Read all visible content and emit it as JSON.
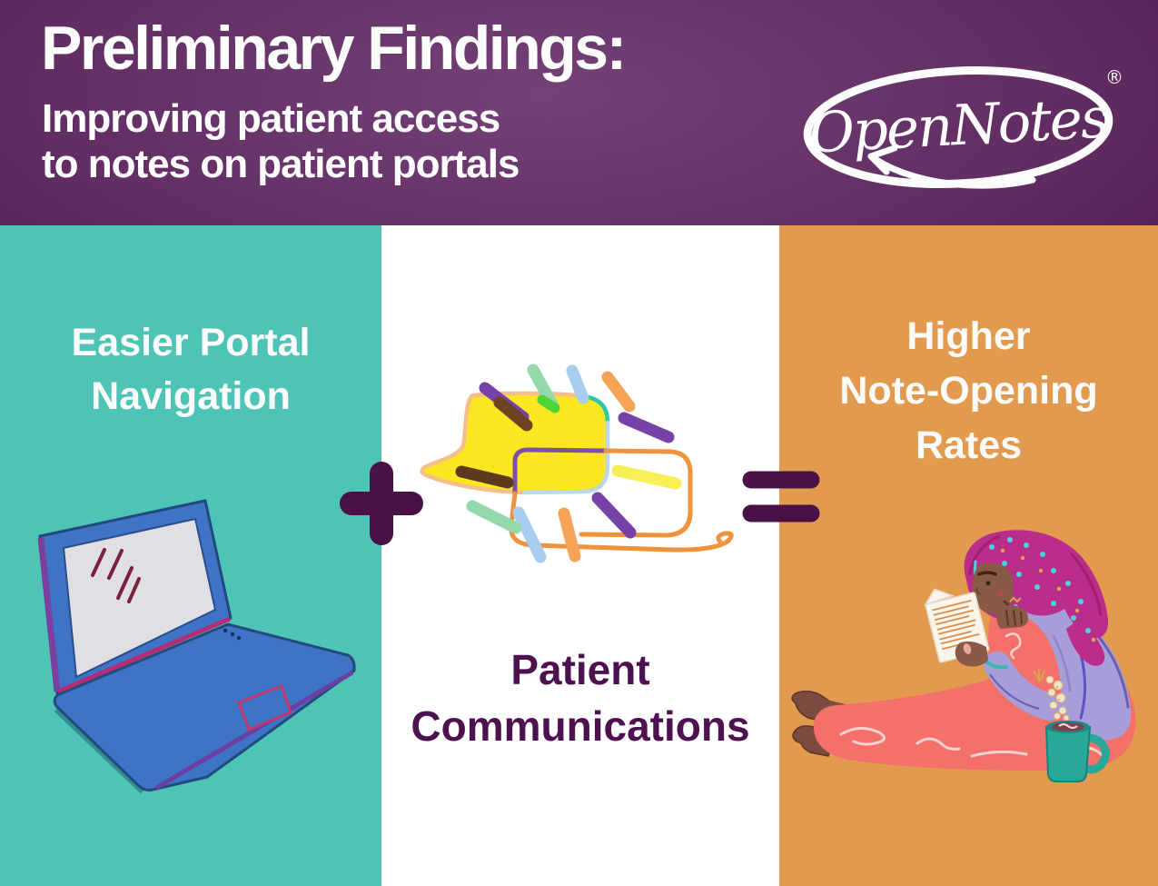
{
  "header": {
    "title": "Preliminary Findings:",
    "subtitle_lines": [
      "Improving patient access",
      "to notes on patient portals"
    ],
    "logo": {
      "text": "OpenNotes",
      "registered_mark": "®"
    },
    "colors": {
      "background_center": "#744277",
      "background_edge": "#470D43",
      "text": "#FDFDFD"
    }
  },
  "equation": {
    "plus_symbol": "+",
    "equals_symbol": "=",
    "symbol_color": "#4A1147"
  },
  "panels": [
    {
      "id": "easier-portal-navigation",
      "label_lines": [
        "Easier Portal",
        "Navigation"
      ],
      "background": "#4DC4B6",
      "text_color": "#FCFCFC",
      "illustration": "hand-drawn blue laptop with teal keys"
    },
    {
      "id": "patient-communications",
      "label_lines": [
        "Patient",
        "Communications"
      ],
      "background": "#FFFFFF",
      "text_color": "#4E1150",
      "illustration": "yellow and orange overlapping speech bubbles with colorful rays"
    },
    {
      "id": "higher-note-opening-rates",
      "label_lines": [
        "Higher",
        "Note-Opening",
        "Rates"
      ],
      "background": "#E19A4E",
      "text_color": "#FCFCFC",
      "illustration": "seated person in magenta headscarf reading a note beside a teal mug"
    }
  ]
}
